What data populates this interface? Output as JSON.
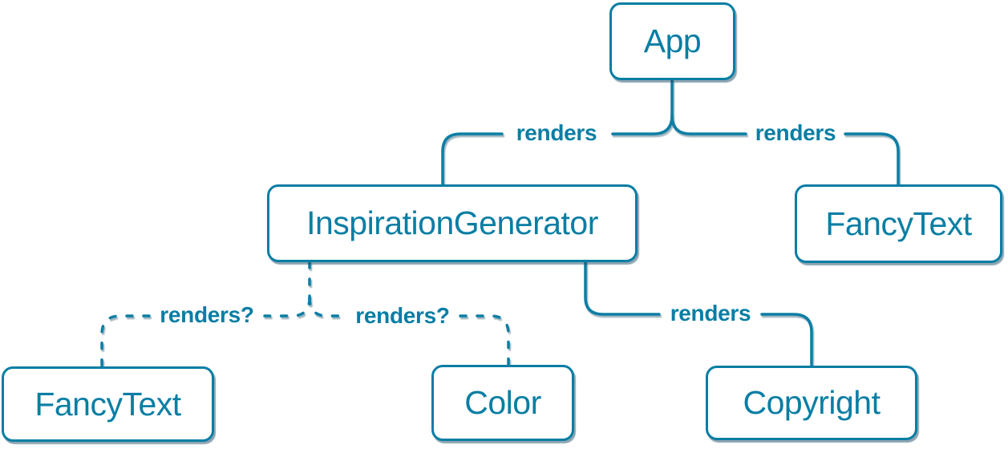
{
  "diagram": {
    "type": "component-render-tree",
    "colors": {
      "accent": "#087ea4",
      "node_fill": "#ffffff",
      "shadow": "#1c4a63",
      "background": "#ffffff"
    },
    "nodes": {
      "app": {
        "label": "App"
      },
      "inspiration_generator": {
        "label": "InspirationGenerator"
      },
      "fancy_text_top": {
        "label": "FancyText"
      },
      "fancy_text_bottom": {
        "label": "FancyText"
      },
      "color": {
        "label": "Color"
      },
      "copyright": {
        "label": "Copyright"
      }
    },
    "edges": {
      "app_to_inspiration_generator": {
        "label": "renders",
        "style": "solid"
      },
      "app_to_fancy_text": {
        "label": "renders",
        "style": "solid"
      },
      "inspiration_generator_to_fancy_text": {
        "label": "renders?",
        "style": "dashed"
      },
      "inspiration_generator_to_color": {
        "label": "renders?",
        "style": "dashed"
      },
      "inspiration_generator_to_copyright": {
        "label": "renders",
        "style": "solid"
      }
    }
  }
}
